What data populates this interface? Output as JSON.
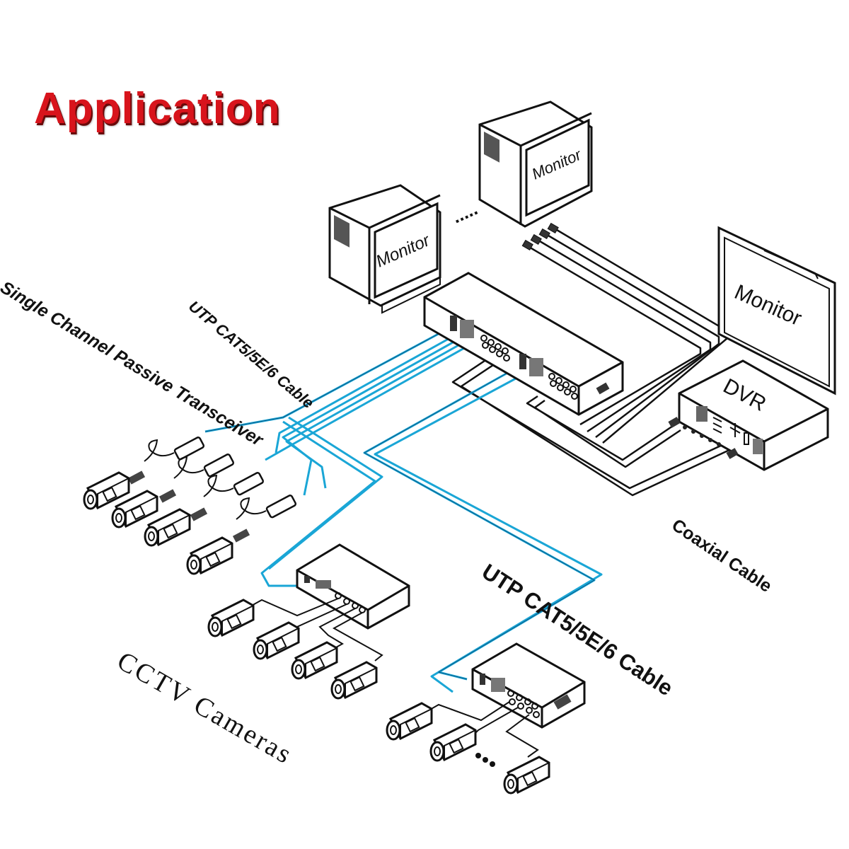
{
  "title": "Application",
  "labels": {
    "transceiver": "Single Channel Passive Transceiver",
    "utp_upper": "UTP CAT5/5E/6 Cable",
    "utp_lower": "UTP CAT5/5E/6 Cable",
    "coaxial": "Coaxial Cable",
    "cameras": "CCTV Cameras"
  },
  "devices": {
    "monitor_left": "Monitor",
    "monitor_center": "Monitor",
    "monitor_right": "Monitor",
    "dvr": "DVR",
    "ellipsis": "....."
  },
  "colors": {
    "title": "#d8141c",
    "utp_cable": "#1aa6d6",
    "line": "#111111"
  }
}
